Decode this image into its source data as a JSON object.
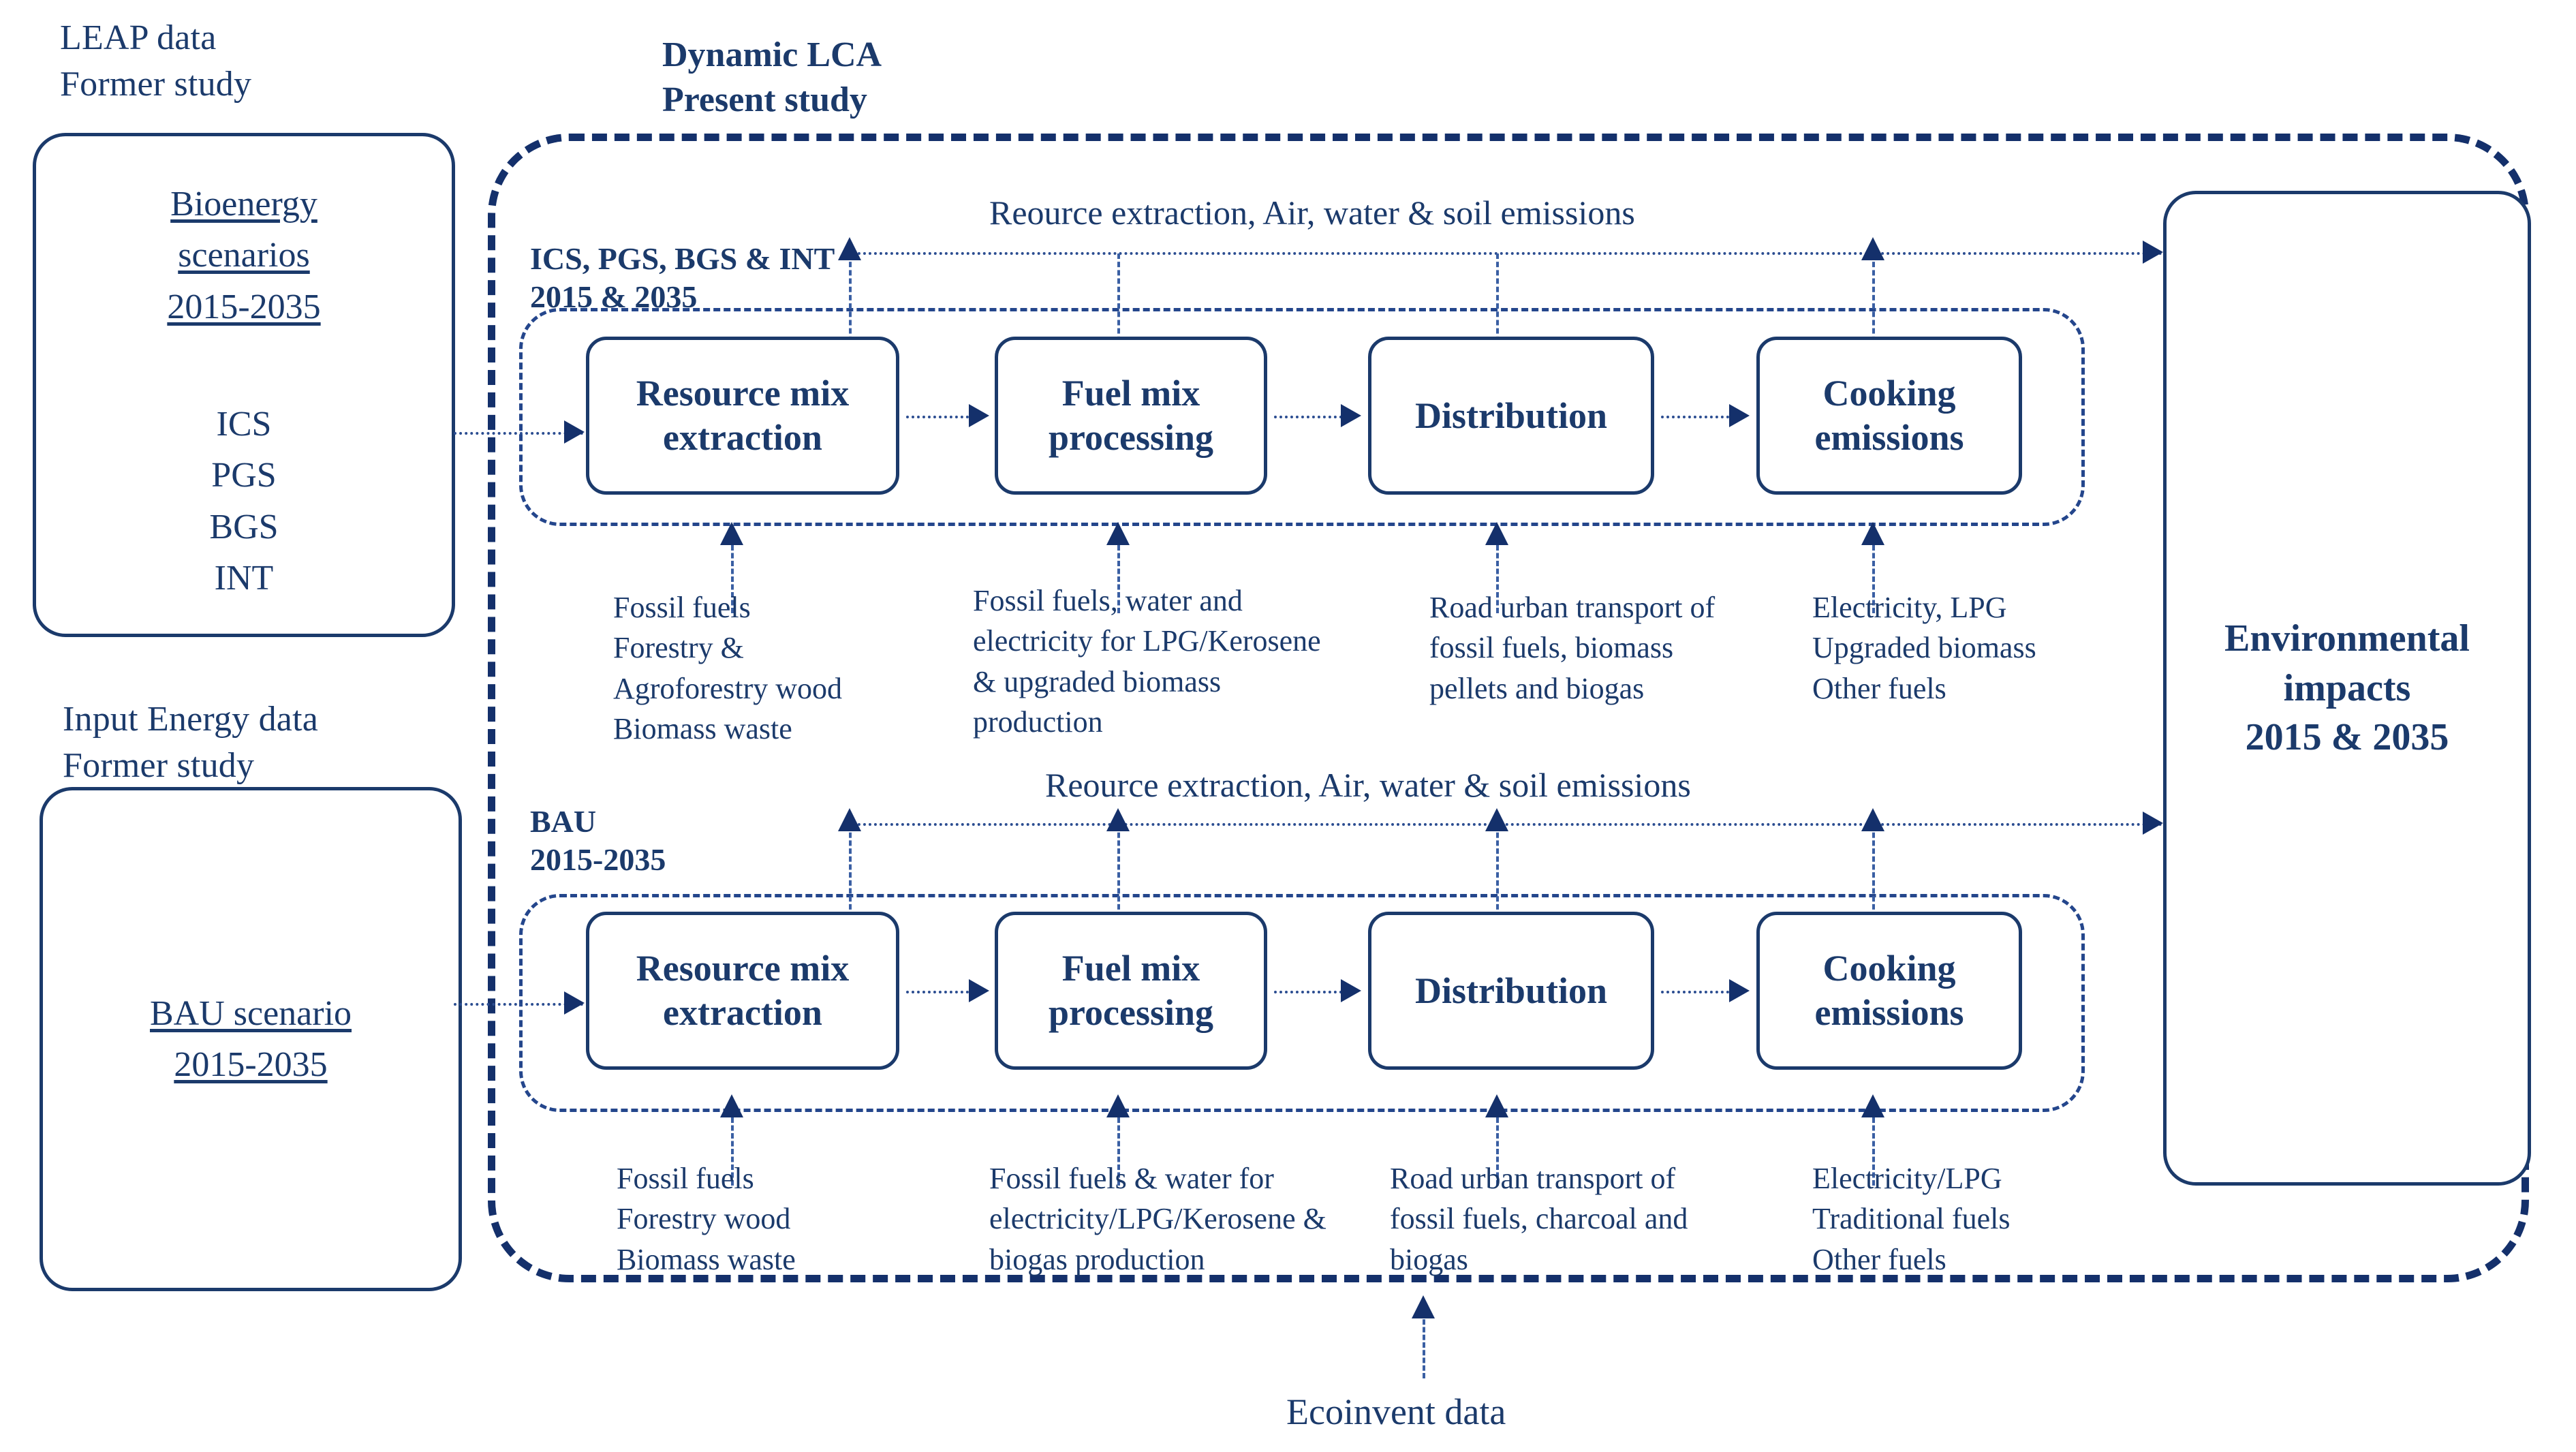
{
  "left_panels": [
    {
      "caption": "LEAP data\nFormer study",
      "title": "Bioenergy\nscenarios\n2015-2035",
      "items": [
        "ICS",
        "PGS",
        "BGS",
        "INT"
      ]
    },
    {
      "caption": "Input Energy  data\nFormer study",
      "title": "BAU scenario\n2015-2035",
      "items": []
    }
  ],
  "system": {
    "header": "Dynamic LCA\nPresent study",
    "rows": [
      {
        "label": "ICS, PGS, BGS & INT\n2015 & 2035",
        "emissions_label": "Reource  extraction, Air, water & soil emissions",
        "stages": [
          {
            "name": "Resource mix\nextraction",
            "note": "Fossil fuels\nForestry &\nAgroforestry wood\nBiomass waste"
          },
          {
            "name": "Fuel mix\nprocessing",
            "note": "Fossil fuels, water and\nelectricity  for LPG/Kerosene\n& upgraded biomass\nproduction"
          },
          {
            "name": "Distribution",
            "note": "Road urban transport of\nfossil fuels, biomass\npellets and biogas"
          },
          {
            "name": "Cooking\nemissions",
            "note": "Electricity,  LPG\nUpgraded biomass\nOther fuels"
          }
        ]
      },
      {
        "label": "BAU\n2015-2035",
        "emissions_label": "Reource  extraction, Air, water & soil emissions",
        "stages": [
          {
            "name": "Resource mix\nextraction",
            "note": "Fossil fuels\nForestry wood\nBiomass waste"
          },
          {
            "name": "Fuel mix\nprocessing",
            "note": "Fossil fuels & water for\nelectricity/LPG/Kerosene &\nbiogas production"
          },
          {
            "name": "Distribution",
            "note": "Road urban transport of\nfossil fuels, charcoal and\nbiogas"
          },
          {
            "name": "Cooking\nemissions",
            "note": "Electricity/LPG\nTraditional fuels\nOther fuels"
          }
        ]
      }
    ]
  },
  "output_box": {
    "label": "Environmental\nimpacts\n2015 & 2035"
  },
  "footer": {
    "label": "Ecoinvent  data"
  },
  "colors": {
    "ink": "#1b3a6b",
    "dash": "#14306b",
    "connector": "#3a5fa3"
  }
}
